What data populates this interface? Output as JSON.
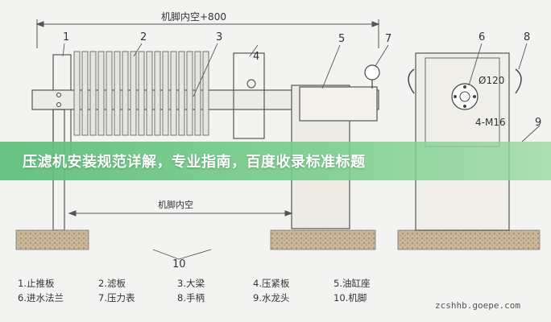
{
  "banner": {
    "title": "压滤机安装规范详解，专业指南，百度收录标准标题"
  },
  "drawing": {
    "top_dimension": "机脚内空+800",
    "bottom_dimension": "机脚内空",
    "callouts": {
      "c1": "1",
      "c2": "2",
      "c3": "3",
      "c4": "4",
      "c5": "5",
      "c6": "6",
      "c7": "7",
      "c8": "8",
      "c9": "9",
      "c10": "10"
    },
    "flange_diameter": "Ø120",
    "bolt_spec": "4-M16"
  },
  "legend": {
    "items": [
      "1.止推板",
      "2.滤板",
      "3.大梁",
      "4.压紧板",
      "5.油缸座",
      "6.进水法兰",
      "7.压力表",
      "8.手柄",
      "9.水龙头",
      "10.机脚"
    ]
  },
  "watermark": "zcshhb.goepe.com"
}
